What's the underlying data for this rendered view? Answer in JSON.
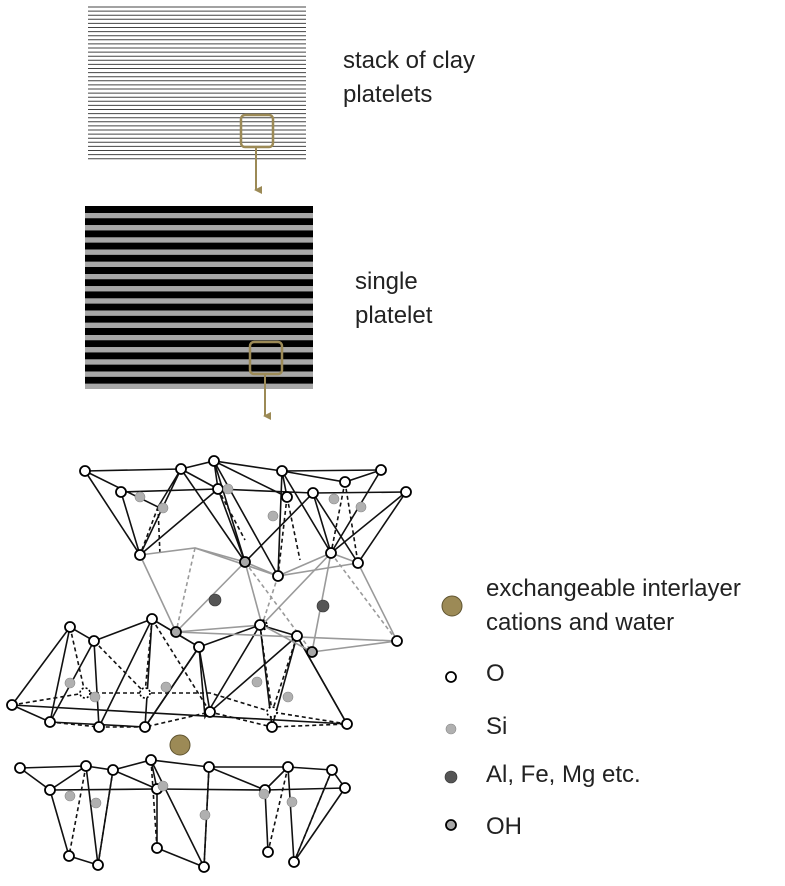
{
  "labels": {
    "stack": [
      "stack of clay",
      "platelets"
    ],
    "single": [
      "single",
      "platelet"
    ]
  },
  "legend": {
    "cation": [
      "exchangeable interlayer",
      "cations and water"
    ],
    "o": "O",
    "si": "Si",
    "al": "Al, Fe, Mg etc.",
    "oh": "OH"
  },
  "colors": {
    "accent": "#9c8a56",
    "cation": "#9c8a56",
    "si": "#b0b0b0",
    "al": "#555555",
    "oh": "#a8a8a8",
    "octahedral": "#9a9a9a",
    "stripe_dark": "#000000",
    "stripe_light": "#a8a8a8"
  }
}
